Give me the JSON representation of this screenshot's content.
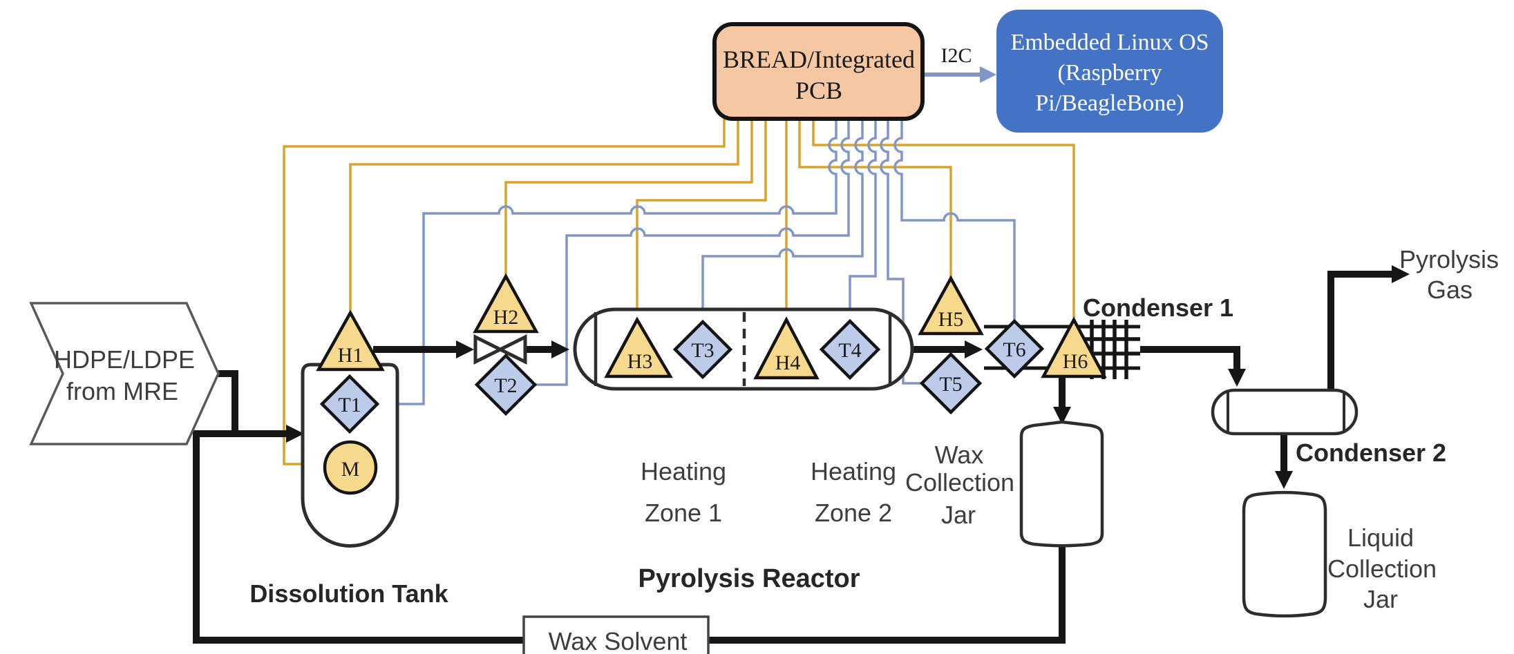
{
  "controller": {
    "pcb_line1": "BREAD/Integrated",
    "pcb_line2": "PCB",
    "bus_label": "I2C",
    "os_line1": "Embedded Linux OS",
    "os_line2": "(Raspberry",
    "os_line3": "Pi/BeagleBone)"
  },
  "feed": {
    "line1": "HDPE/LDPE",
    "line2": "from MRE"
  },
  "labels": {
    "dissolution_tank": "Dissolution Tank",
    "heating_zone1_line1": "Heating",
    "heating_zone1_line2": "Zone 1",
    "heating_zone2_line1": "Heating",
    "heating_zone2_line2": "Zone 2",
    "pyrolysis_reactor": "Pyrolysis Reactor",
    "condenser1": "Condenser 1",
    "condenser2": "Condenser 2",
    "wax_jar_line1": "Wax",
    "wax_jar_line2": "Collection",
    "wax_jar_line3": "Jar",
    "liquid_jar_line1": "Liquid",
    "liquid_jar_line2": "Collection",
    "liquid_jar_line3": "Jar",
    "pyrolysis_gas_line1": "Pyrolysis",
    "pyrolysis_gas_line2": "Gas",
    "wax_solvent": "Wax Solvent"
  },
  "instruments": {
    "heaters": [
      "H1",
      "H2",
      "H3",
      "H4",
      "H5",
      "H6"
    ],
    "temperature_sensors": [
      "T1",
      "T2",
      "T3",
      "T4",
      "T5",
      "T6"
    ],
    "motor": "M"
  },
  "colors": {
    "heater_fill": "#f6d98c",
    "sensor_fill": "#bccbe9",
    "heater_wire": "#d9a32b",
    "sensor_wire": "#8096c6",
    "pcb_fill": "#f5c7a3",
    "os_fill": "#4472c4",
    "pipe": "#161616"
  }
}
